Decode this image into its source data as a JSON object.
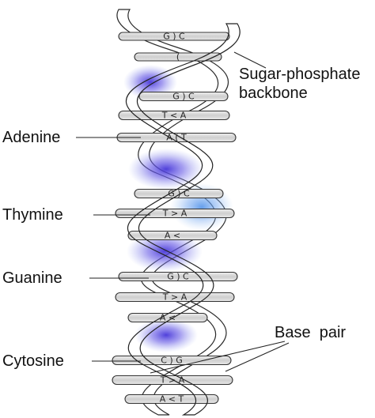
{
  "labels": {
    "backbone_line1": "Sugar-phosphate",
    "backbone_line2": "backbone",
    "adenine": "Adenine",
    "thymine": "Thymine",
    "guanine": "Guanine",
    "cytosine": "Cytosine",
    "base_pair": "Base  pair"
  },
  "base_pairs": [
    "G ) C",
    "(",
    "G ) C",
    "T < A",
    "A ( T",
    "G ) C",
    "T > A",
    "A <",
    "G ) C",
    "T > A",
    "A <",
    "C ) G",
    "T > A",
    "A < T"
  ],
  "colors": {
    "glow": "#5a4fe0",
    "glow_light": "#6fa8f0",
    "strand_fill": "#f2f2f2",
    "rung_fill": "#d8d8d8"
  }
}
